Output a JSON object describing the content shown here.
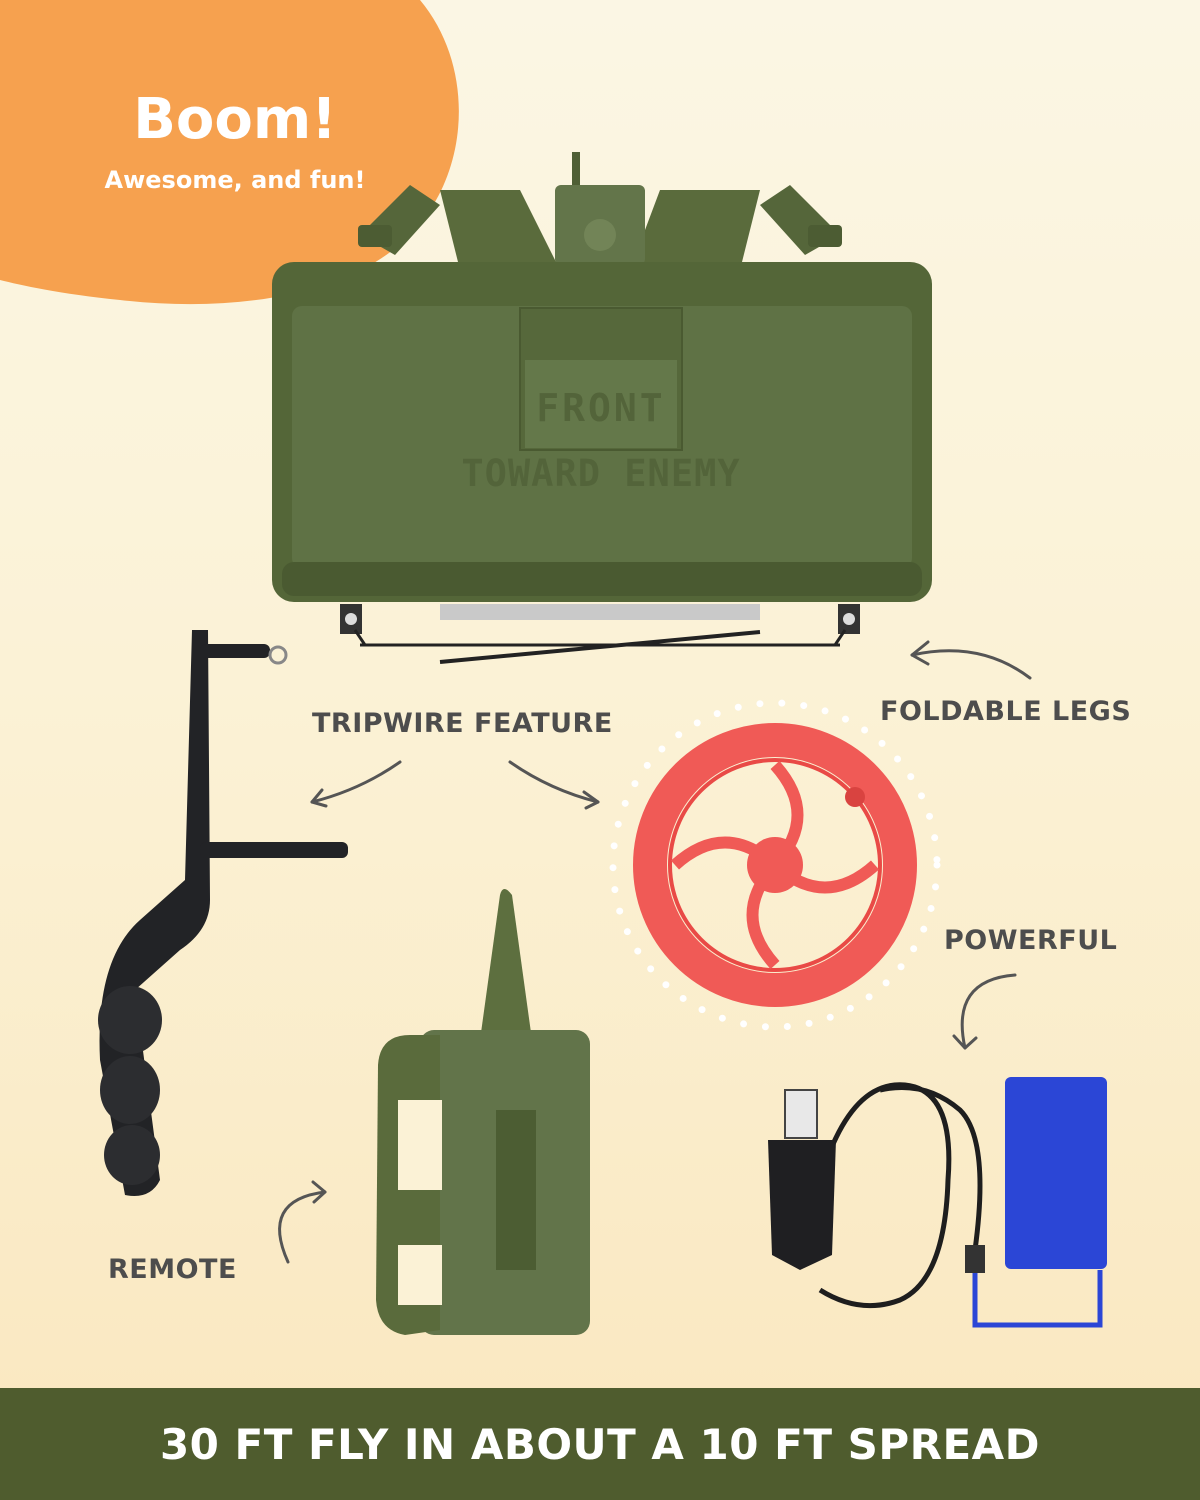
{
  "badge": {
    "headline": "Boom!",
    "tagline": "Awesome, and fun!"
  },
  "mine": {
    "front_text": "FRONT",
    "toward_text": "TOWARD ENEMY"
  },
  "callouts": {
    "tripwire": "TRIPWIRE FEATURE",
    "legs": "FOLDABLE LEGS",
    "powerful": "POWERFUL",
    "remote": "REMOTE"
  },
  "footer": {
    "text": "30 FT FLY IN ABOUT A 10 FT SPREAD"
  },
  "colors": {
    "accent_orange": "#f6a14f",
    "army_green": "#5d6f3f",
    "footer_green": "#4f5c2e",
    "reel_red": "#f05a56",
    "battery_blue": "#2b46d6"
  }
}
